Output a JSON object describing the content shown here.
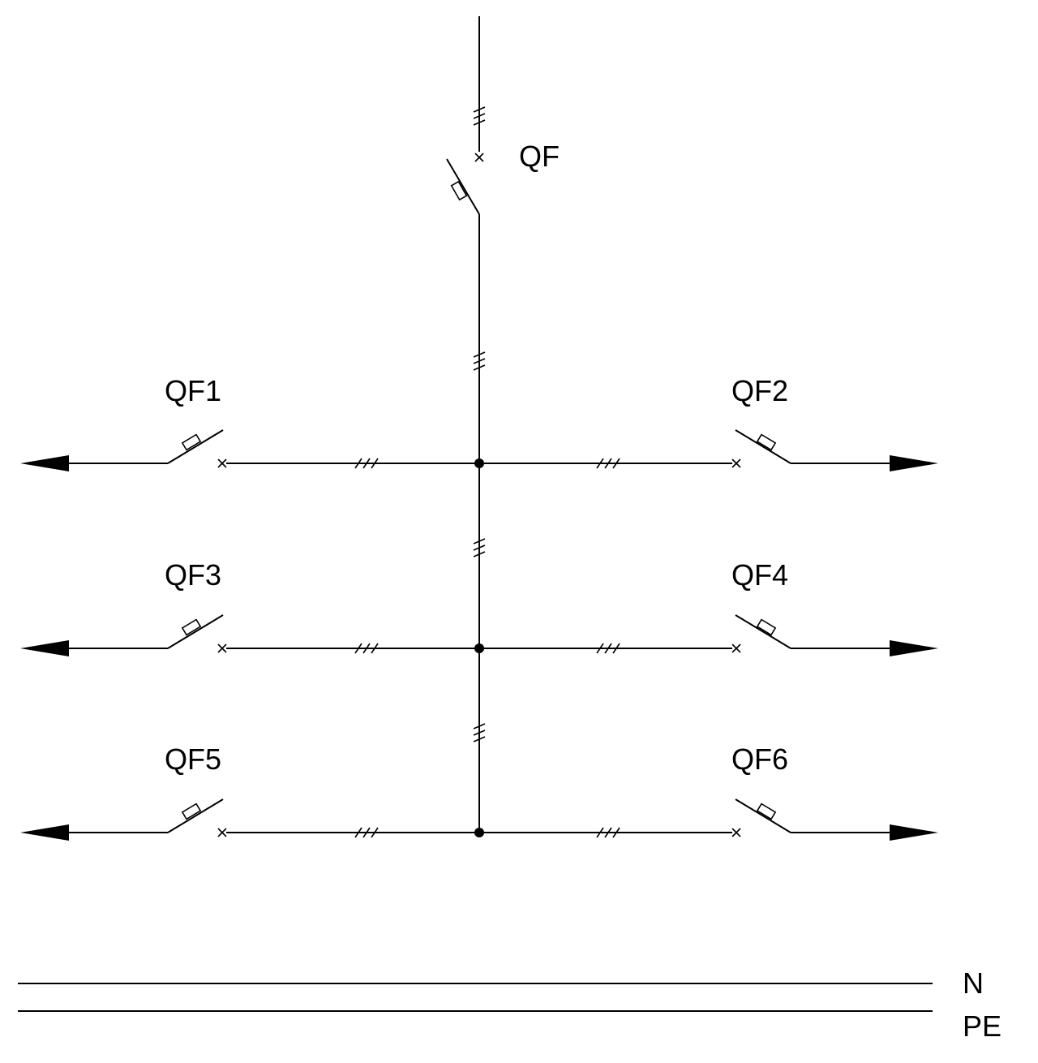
{
  "colors": {
    "line": "#000000",
    "background": "#ffffff"
  },
  "main_breaker": {
    "label": "QF"
  },
  "feeders": [
    {
      "label": "QF1",
      "side": "left",
      "row": 1
    },
    {
      "label": "QF2",
      "side": "right",
      "row": 1
    },
    {
      "label": "QF3",
      "side": "left",
      "row": 2
    },
    {
      "label": "QF4",
      "side": "right",
      "row": 2
    },
    {
      "label": "QF5",
      "side": "left",
      "row": 3
    },
    {
      "label": "QF6",
      "side": "right",
      "row": 3
    }
  ],
  "conductors": {
    "neutral": {
      "label": "N"
    },
    "protective_earth": {
      "label": "PE"
    }
  }
}
